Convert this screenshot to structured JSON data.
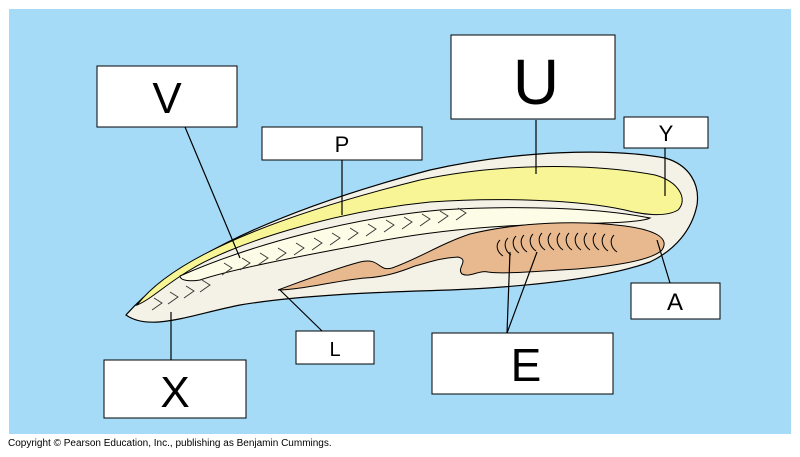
{
  "labels": {
    "V": "V",
    "U": "U",
    "P": "P",
    "Y": "Y",
    "A": "A",
    "L": "L",
    "E": "E",
    "X": "X"
  },
  "copyright": "Copyright © Pearson Education, Inc., publishing as Benjamin Cummings.",
  "colors": {
    "background": "#a6dbf7",
    "body_fill": "#f4f2e6",
    "nerve_cord": "#f8f596",
    "notochord": "#fdfce6",
    "pharynx_gut": "#e8b98e",
    "outline": "#000000",
    "label_box": "#ffffff"
  }
}
